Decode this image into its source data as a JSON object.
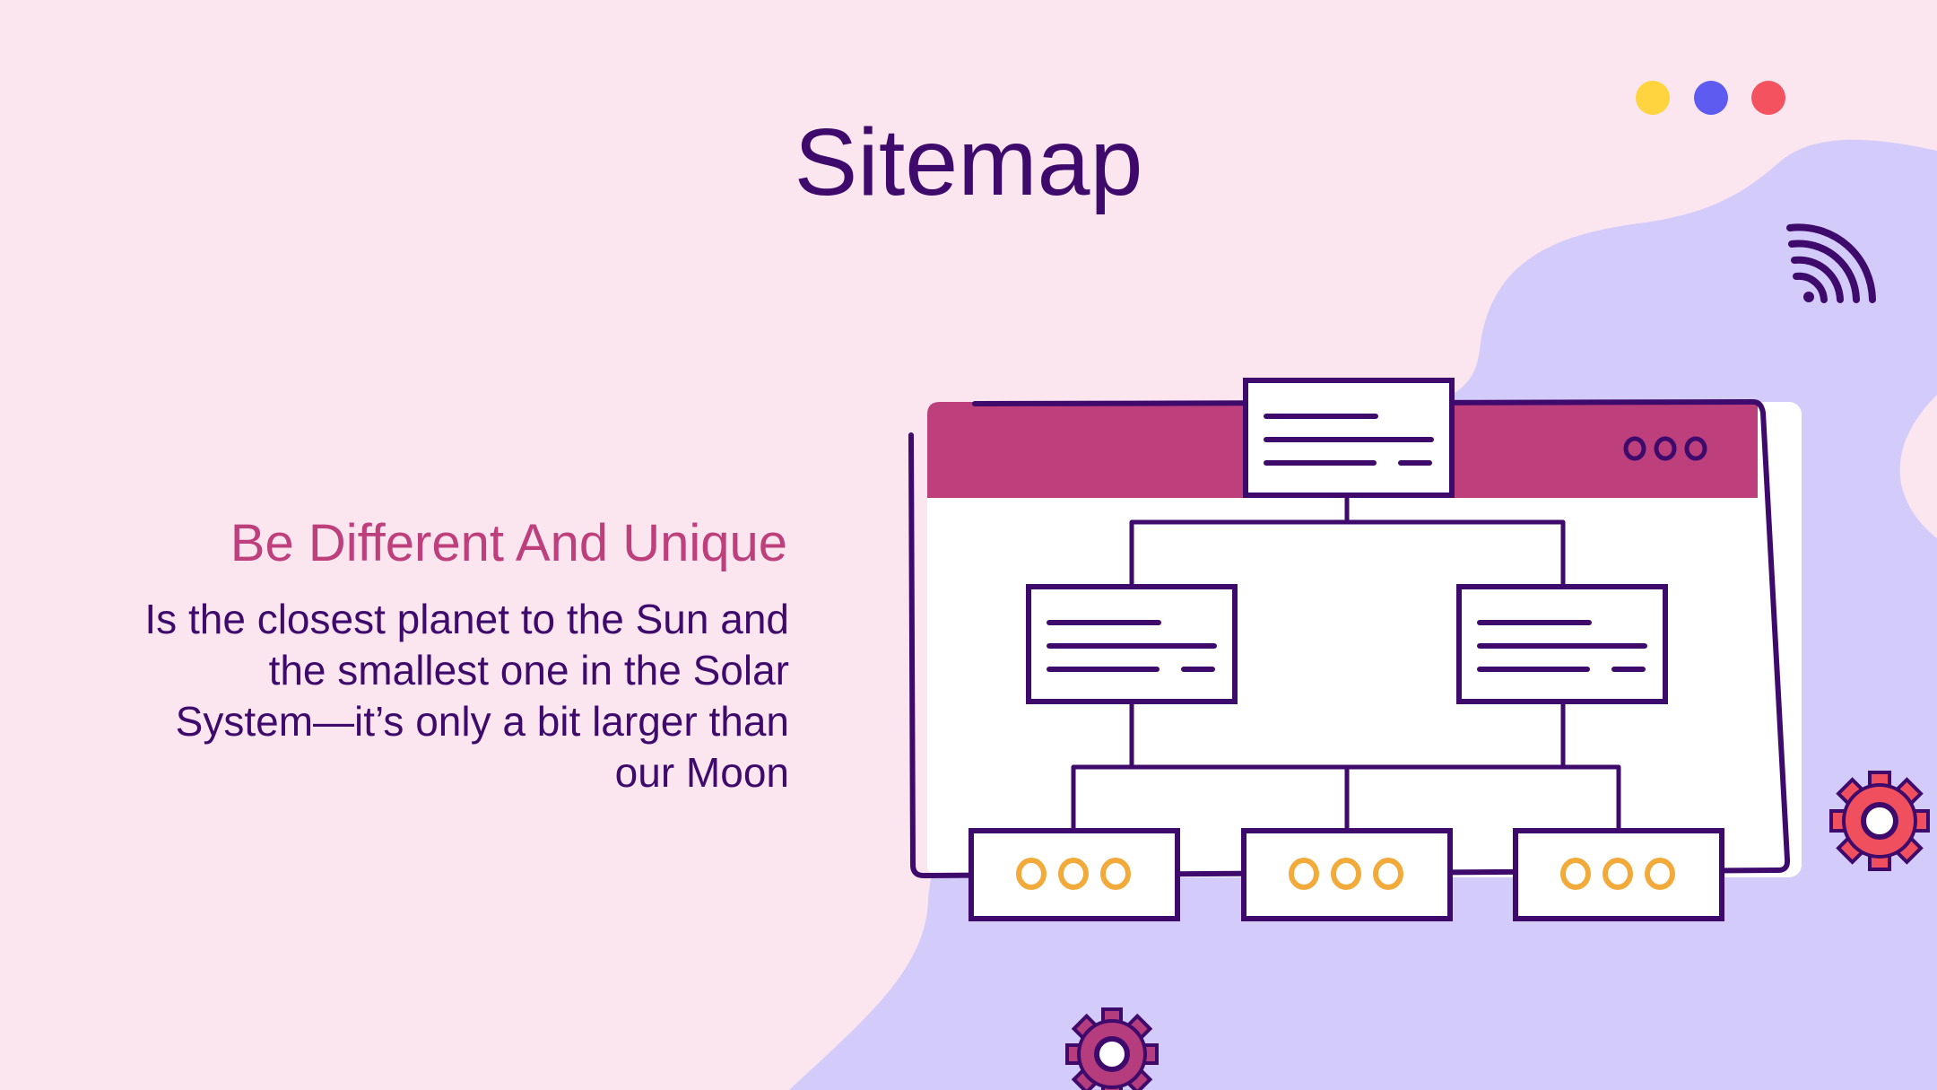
{
  "slide": {
    "title": "Sitemap",
    "subtitle": "Be Different And Unique",
    "body": "Is the closest planet to the Sun and the smallest one in the Solar System—it’s only a bit larger than our Moon"
  },
  "colors": {
    "background": "#fbe6f0",
    "blob": "#d3ccfa",
    "title": "#3e0a6b",
    "subtitle": "#bd3f7c",
    "ink": "#3e0a6b",
    "browser_bar": "#bd3f7c",
    "dot_yellow": "#ffd43f",
    "dot_blue": "#5e5cf0",
    "dot_red": "#f4525e",
    "gear_red": "#f0505e",
    "gear_magenta": "#b53d7e",
    "node_dots": "#f2aa3a"
  },
  "icons": [
    "window-dots-icon",
    "wifi-icon",
    "gear-icon",
    "sitemap-diagram-icon"
  ]
}
